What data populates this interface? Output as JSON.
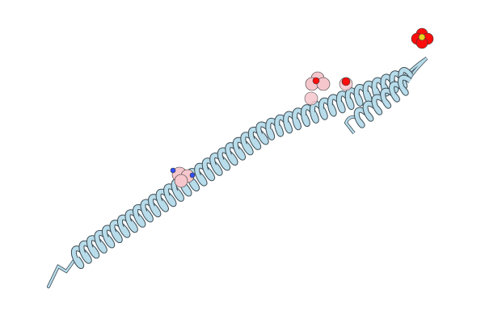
{
  "colors": {
    "background": "#ffffff",
    "ribbon": "#b8dcea",
    "ribbon_outline": "#3c4a52",
    "oxygen": "#ff0d0d",
    "oxygen_light": "#f5c6cc",
    "sulfur": "#e8d020",
    "nitrogen": "#3050f8"
  },
  "icons": [
    "protein-helix-ribbon",
    "sulfate-ion",
    "ligand-molecule"
  ]
}
